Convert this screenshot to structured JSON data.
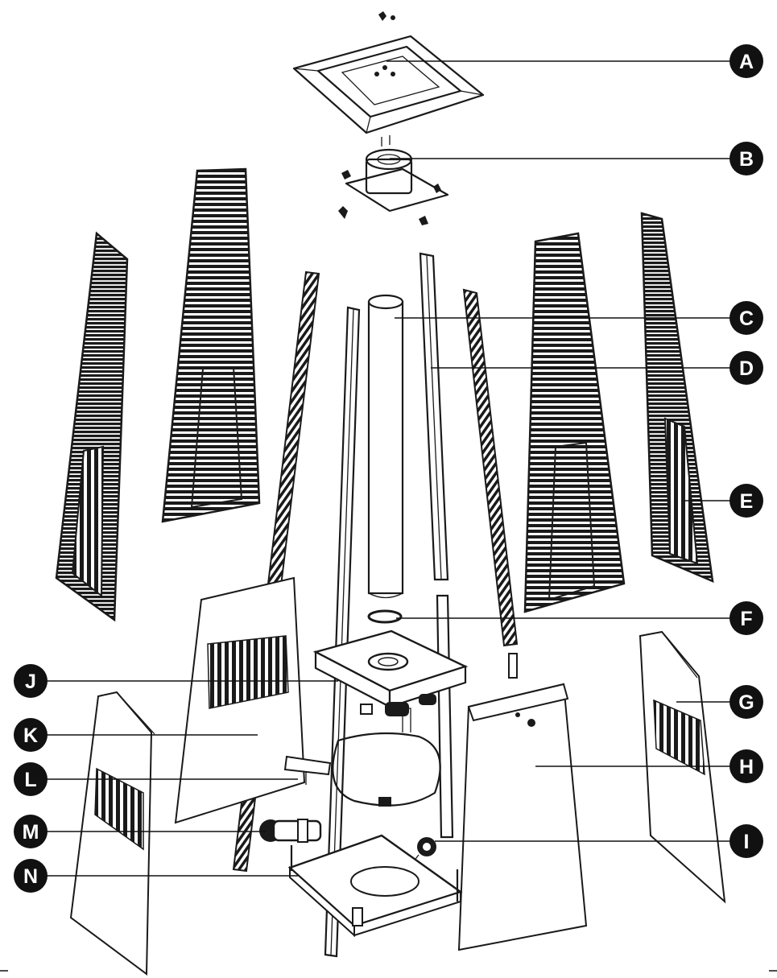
{
  "diagram": {
    "callouts": [
      {
        "id": "A",
        "label": "A"
      },
      {
        "id": "B",
        "label": "B"
      },
      {
        "id": "C",
        "label": "C"
      },
      {
        "id": "D",
        "label": "D"
      },
      {
        "id": "E",
        "label": "E"
      },
      {
        "id": "F",
        "label": "F"
      },
      {
        "id": "G",
        "label": "G"
      },
      {
        "id": "H",
        "label": "H"
      },
      {
        "id": "I",
        "label": "I"
      },
      {
        "id": "J",
        "label": "J"
      },
      {
        "id": "K",
        "label": "K"
      },
      {
        "id": "L",
        "label": "L"
      },
      {
        "id": "M",
        "label": "M"
      },
      {
        "id": "N",
        "label": "N"
      }
    ],
    "colors": {
      "ink": "#1a1a1a",
      "badge": "#111111",
      "background": "#ffffff"
    }
  }
}
